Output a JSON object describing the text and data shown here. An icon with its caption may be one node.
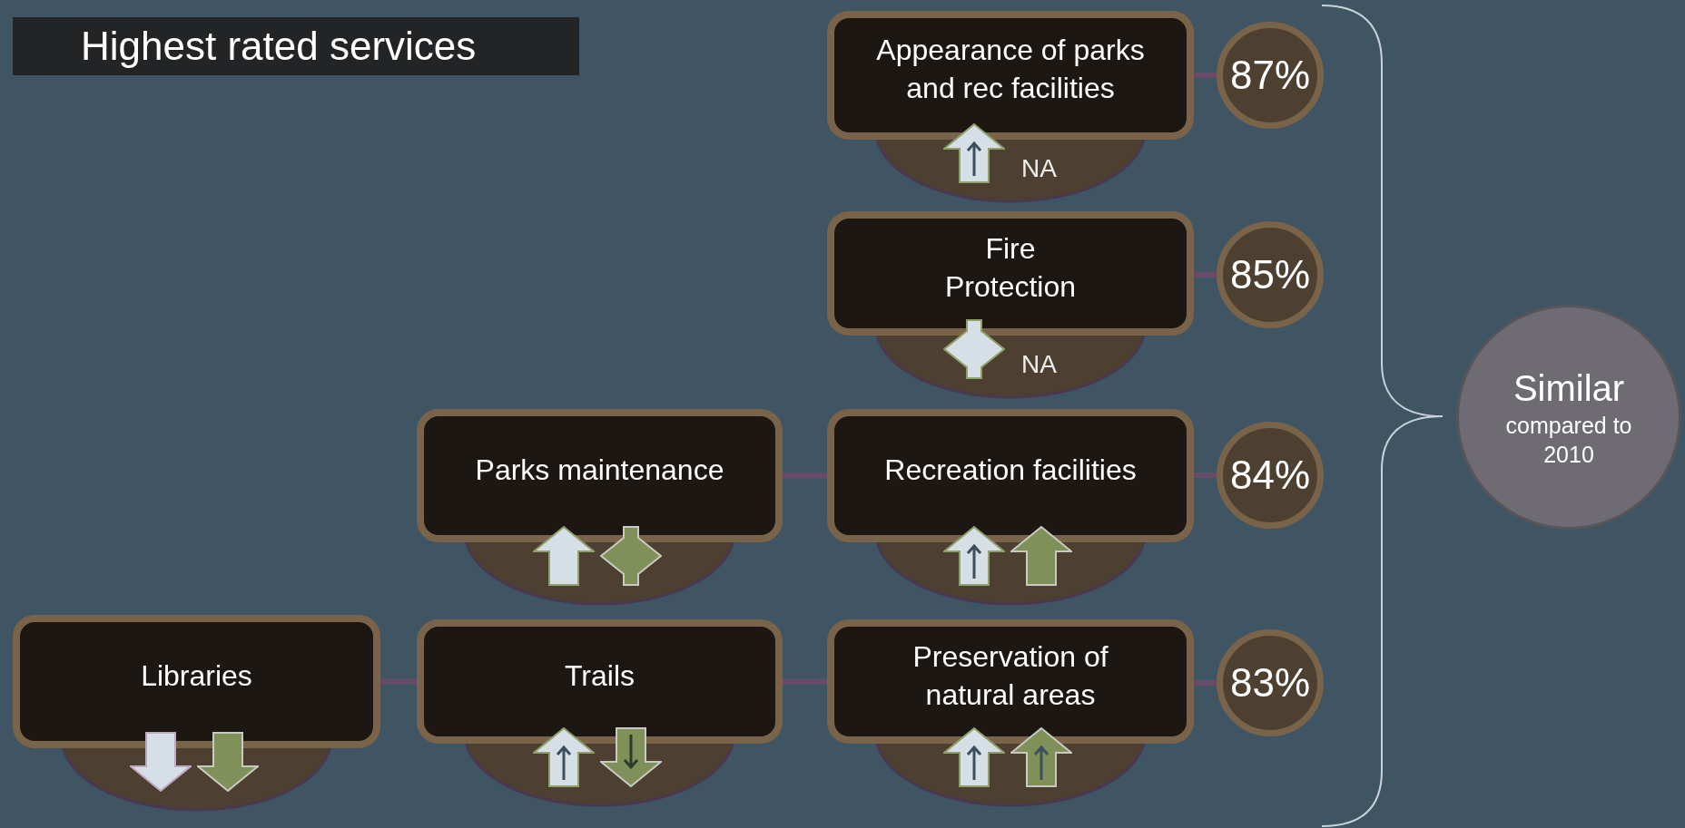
{
  "diagram": {
    "title": "Highest rated services",
    "nodes": [
      {
        "text": [
          "Appearance of parks and rec facilities"
        ],
        "beside": [
          "NA"
        ]
      },
      {
        "text": [
          "87%"
        ]
      },
      {
        "text": [
          "Fire Protection"
        ],
        "beside": [
          "NA"
        ]
      },
      {
        "text": [
          "85%"
        ]
      },
      {
        "text": [
          "Parks maintenance"
        ]
      },
      {
        "text": [
          "Recreation facilities"
        ]
      },
      {
        "text": [
          "84%"
        ]
      },
      {
        "text": [
          "Libraries"
        ]
      },
      {
        "text": [
          "Trails"
        ]
      },
      {
        "text": [
          "Preservation of natural areas"
        ]
      },
      {
        "text": [
          "83%"
        ]
      },
      {
        "text": [
          "Similar",
          "compared to 2010"
        ]
      }
    ],
    "edges": [
      {
        "from": 0,
        "to": 1,
        "arrow": "none"
      },
      {
        "from": 2,
        "to": 3,
        "arrow": "none"
      },
      {
        "from": 4,
        "to": 5,
        "arrow": "none"
      },
      {
        "from": 5,
        "to": 6,
        "arrow": "none"
      },
      {
        "from": 7,
        "to": 8,
        "arrow": "none"
      },
      {
        "from": 8,
        "to": 9,
        "arrow": "none"
      },
      {
        "from": 9,
        "to": 10,
        "arrow": "none"
      }
    ]
  }
}
